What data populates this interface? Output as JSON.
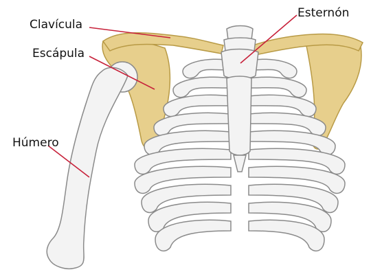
{
  "labels": {
    "clavicula": "Clavícula",
    "escapula": "Escápula",
    "humero": "Húmero",
    "esternon": "Esternón"
  },
  "colors": {
    "bone": "#f3f3f3",
    "bone_outline": "#8a8a8a",
    "scapula": "#e7cf8c",
    "leader_line": "#c7213a"
  }
}
